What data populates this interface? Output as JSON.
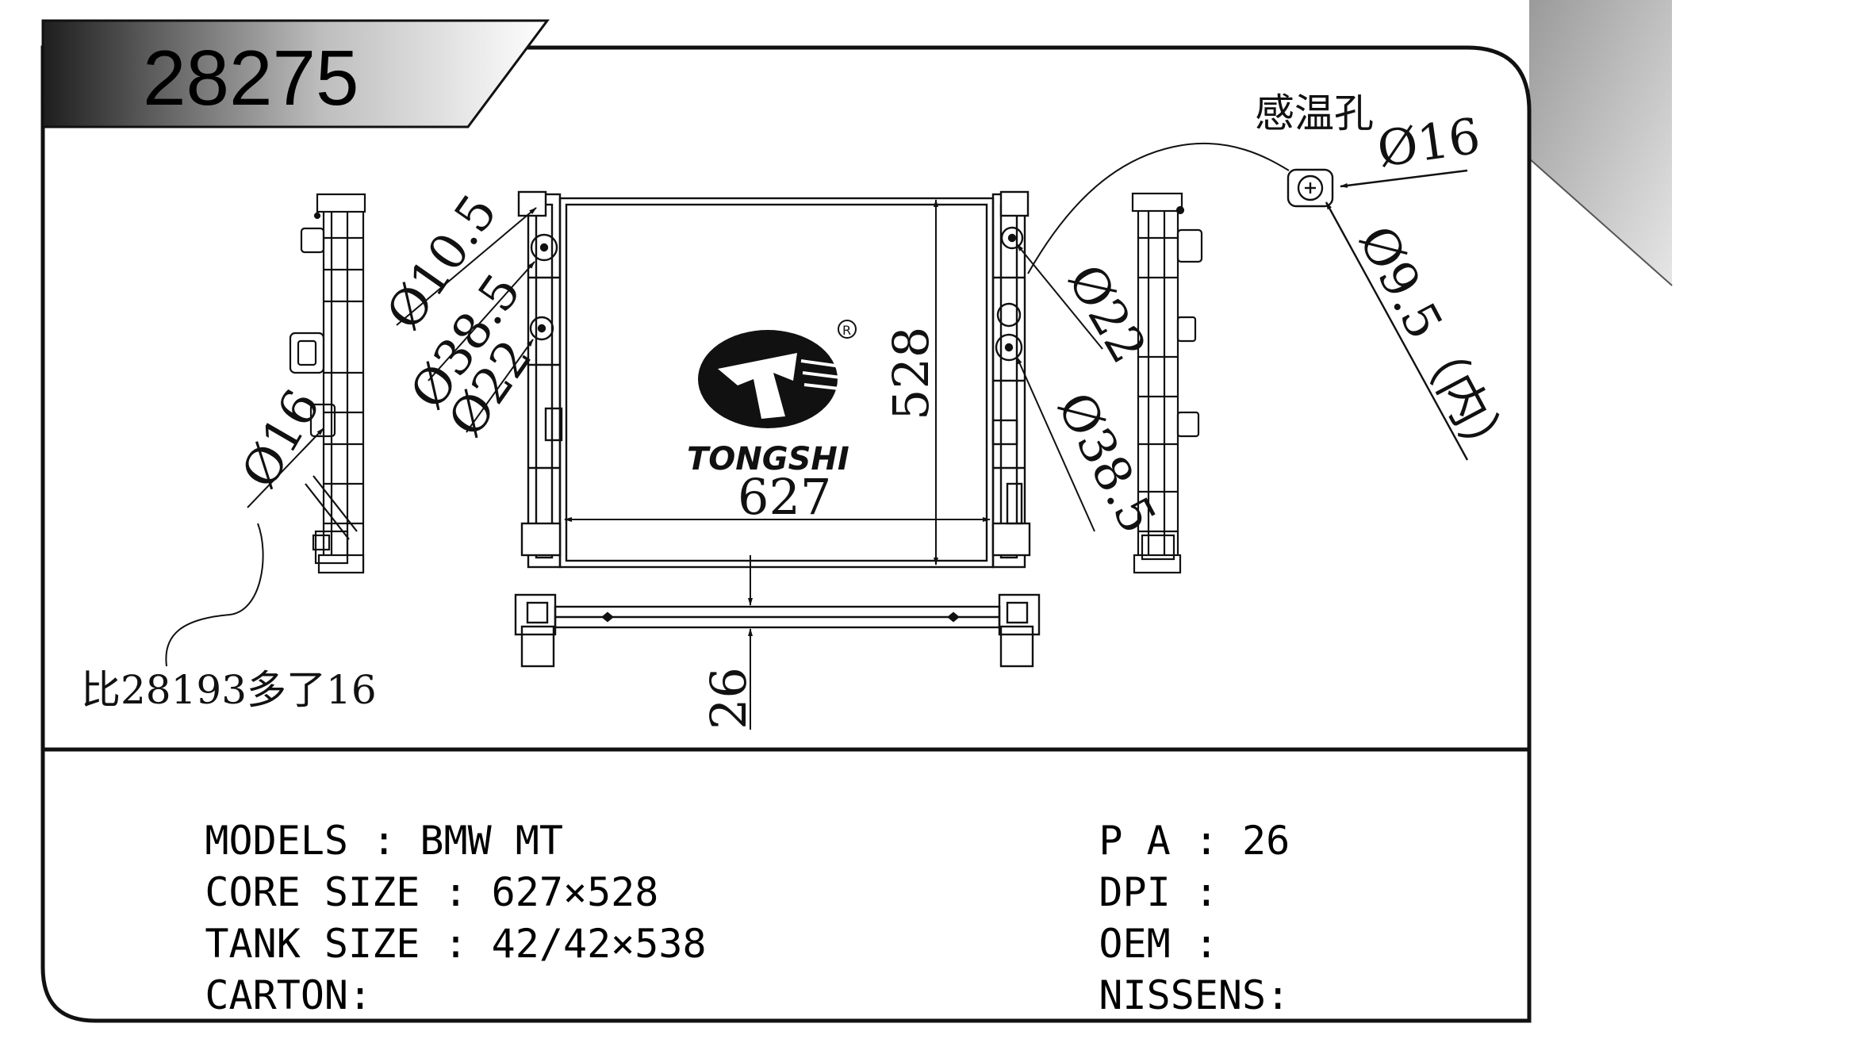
{
  "title": "28275",
  "brand": {
    "name": "TONGSHI",
    "registered_mark": "R"
  },
  "labels": {
    "sensor_hole": "感温孔",
    "sensor_dia": "Ø16",
    "inner_dia": "Ø9.5（内）",
    "left_dia_10_5": "Ø10.5",
    "left_dia_38_5": "Ø38.5",
    "left_dia_22": "Ø22",
    "left_side_dia_16": "Ø16",
    "right_dia_22": "Ø22",
    "right_dia_38_5": "Ø38.5",
    "core_height": "528",
    "core_width": "627",
    "thickness": "26",
    "note": "比28193多了16"
  },
  "specs_left": [
    {
      "key": "MODELS",
      "sep": " : ",
      "value": "BMW MT"
    },
    {
      "key": "CORE SIZE",
      "sep": " : ",
      "value": "627×528"
    },
    {
      "key": "TANK SIZE",
      "sep": " : ",
      "value": "42/42×538"
    },
    {
      "key": "CARTON",
      "sep": ":",
      "value": ""
    }
  ],
  "specs_right": [
    {
      "key": "P A",
      "sep": " : ",
      "value": "26"
    },
    {
      "key": "DPI",
      "sep": " :",
      "value": ""
    },
    {
      "key": "OEM",
      "sep": " :",
      "value": ""
    },
    {
      "key": "NISSENS",
      "sep": ":",
      "value": ""
    }
  ],
  "colors": {
    "line": "#111111",
    "header_dark": "#222222",
    "header_light": "#ffffff",
    "corner_gray": "#b5b5b5"
  }
}
